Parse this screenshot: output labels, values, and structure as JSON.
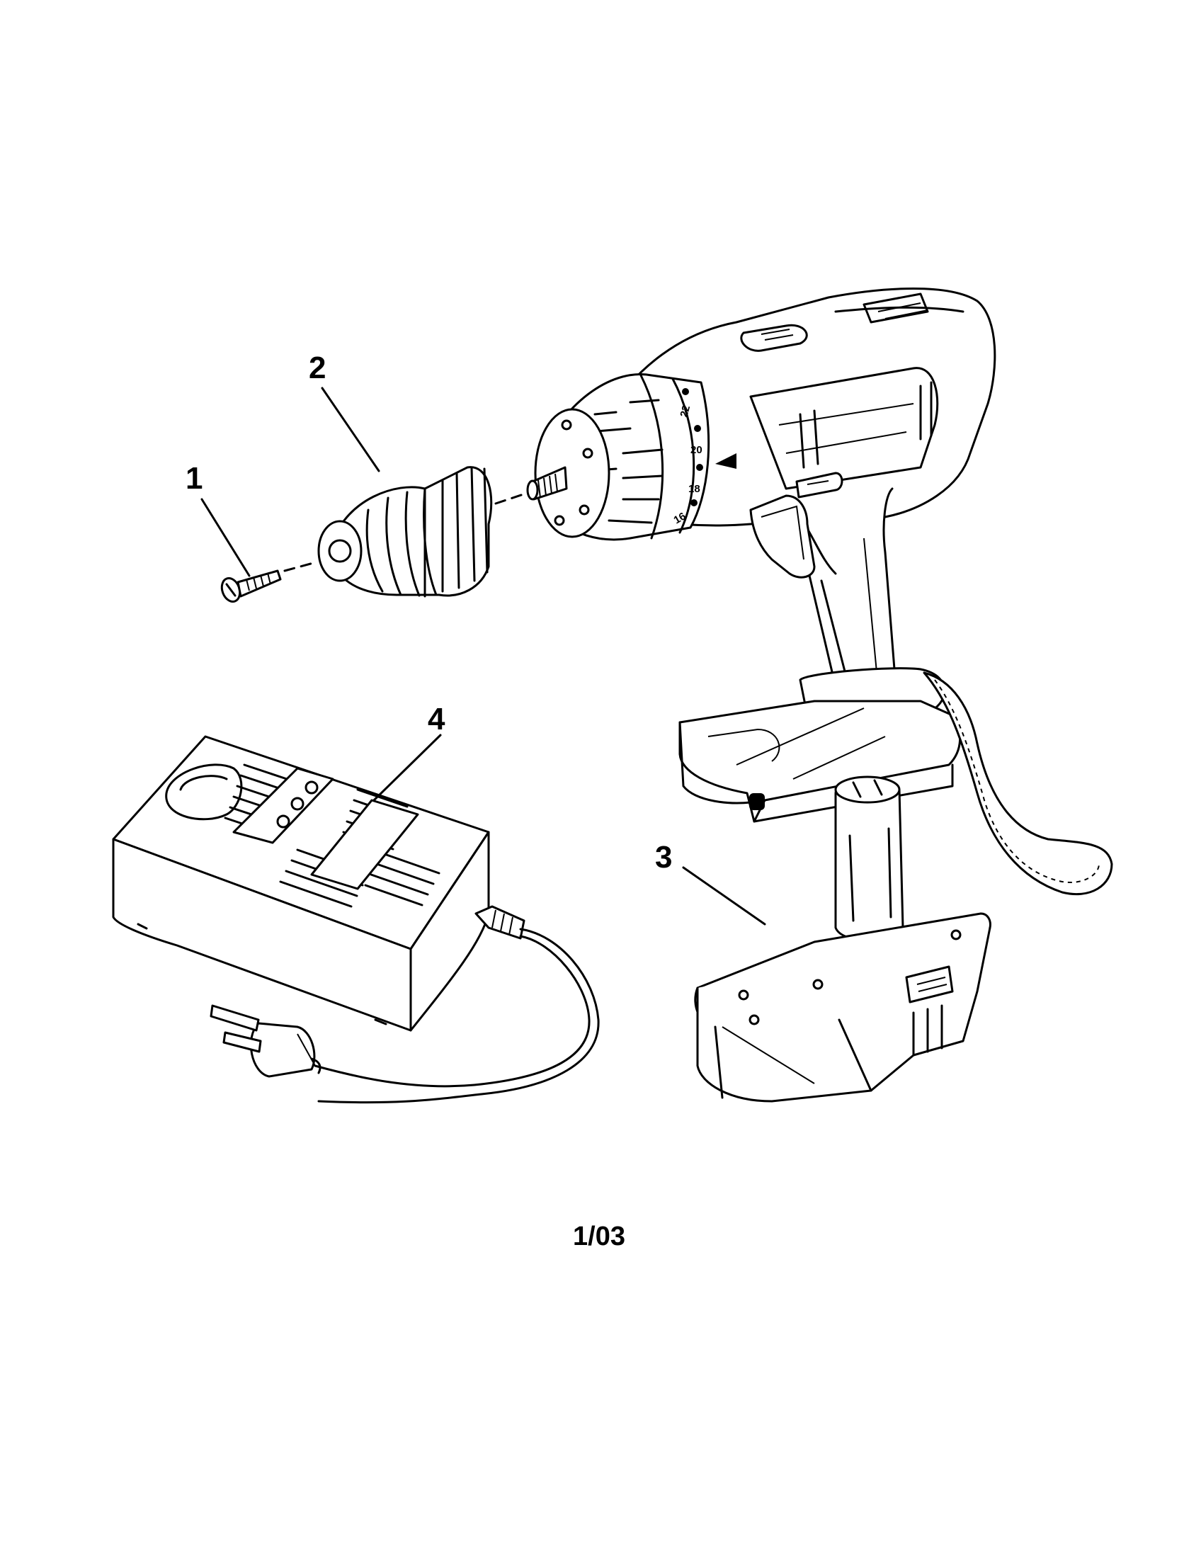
{
  "callouts": [
    "1",
    "2",
    "3",
    "4"
  ],
  "dial_numbers": [
    "22",
    "20",
    "18",
    "16"
  ],
  "date_code": "1/03",
  "icons": [
    "screw-icon",
    "chuck-icon",
    "drill-icon",
    "battery-pack-icon",
    "charger-icon",
    "power-plug-icon",
    "wrist-strap-icon"
  ]
}
